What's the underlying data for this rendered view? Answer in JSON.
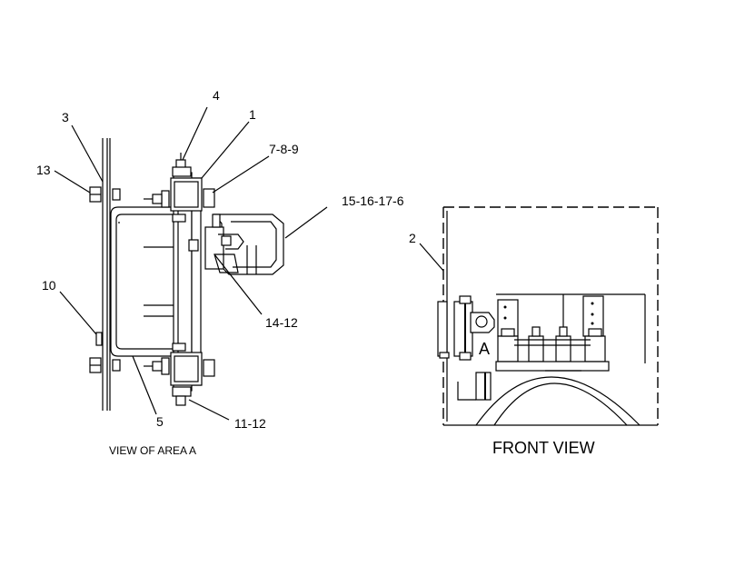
{
  "callouts": {
    "c3": "3",
    "c4": "4",
    "c1": "1",
    "c789": "7-8-9",
    "c13": "13",
    "c15": "15-16-17-6",
    "c2": "2",
    "c10": "10",
    "c1412": "14-12",
    "c5": "5",
    "c1112": "11-12",
    "cA": "A"
  },
  "captions": {
    "view_area": "VIEW OF AREA A",
    "front_view": "FRONT VIEW"
  }
}
